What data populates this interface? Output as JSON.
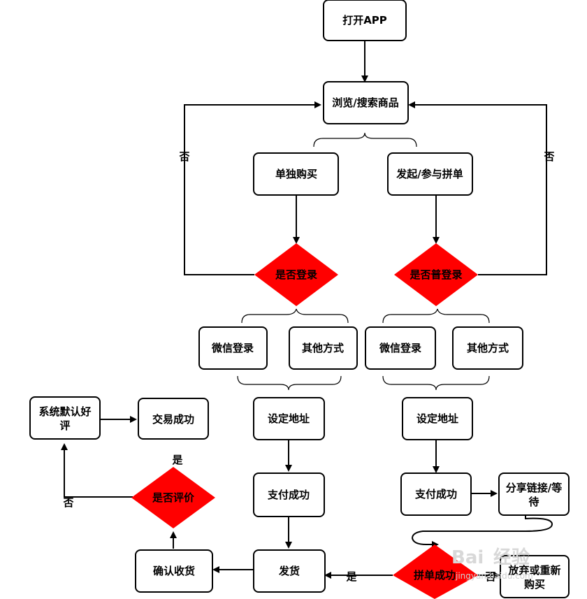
{
  "nodes": {
    "open_app": "打开APP",
    "browse": "浏览/搜索商品",
    "buy_alone": "单独购买",
    "group_buy": "发起/参与拼单",
    "login_check_left": "是否登录",
    "login_check_right": "是否普登录",
    "wechat_login_left": "微信登录",
    "other_left": "其他方式",
    "wechat_login_right": "微信登录",
    "other_right": "其他方式",
    "address_left": "设定地址",
    "address_right": "设定地址",
    "pay_left": "支付成功",
    "pay_right": "支付成功",
    "share_line1": "分享链接/等",
    "share_line2": "待",
    "group_success": "拼单成功",
    "give_up_line1": "放弃或重新",
    "give_up_line2": "购买",
    "ship": "发货",
    "confirm_receipt": "确认收货",
    "review_check": "是否评价",
    "default_review_line1": "系统默认好",
    "default_review_line2": "评",
    "deal_success": "交易成功"
  },
  "labels": {
    "no_left": "否",
    "no_right": "否",
    "yes_ship": "是",
    "no_give_up": "否",
    "yes_review": "是",
    "no_review": "否"
  },
  "watermark": {
    "brand": "Bai",
    "brand_cn": "经验",
    "url": "jingyan.baidu.com"
  },
  "colors": {
    "decision_fill": "#ff0000",
    "box_stroke": "#000000",
    "box_fill": "#ffffff"
  }
}
